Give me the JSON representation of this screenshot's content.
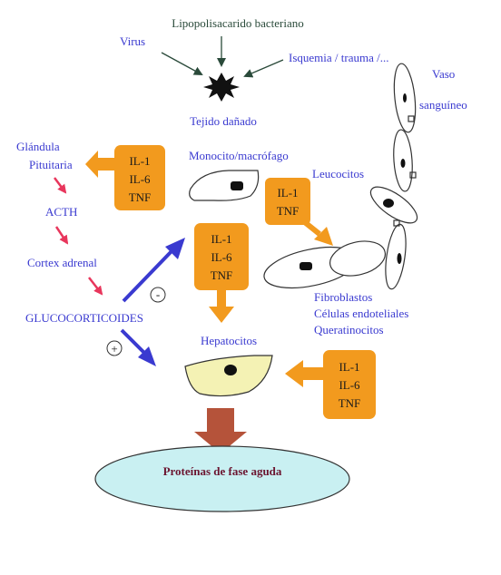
{
  "triggers": {
    "virus": "Virus",
    "lps": "Lipopolisacarido bacteriano",
    "ischemia": "Isquemia / trauma /..."
  },
  "tissue": "Tejido dañado",
  "vessel": {
    "line1": "Vaso",
    "line2": "sanguíneo"
  },
  "pituitary": {
    "line1": "Glándula",
    "line2": "Pituitaria"
  },
  "monocyte": "Monocito/macrófago",
  "leukocytes": "Leucocitos",
  "acth": "ACTH",
  "adrenal": "Cortex adrenal",
  "glucocorticoids": "GLUCOCORTICOIDES",
  "fibro": {
    "line1": "Fibroblastos",
    "line2": "Células endoteliales",
    "line3": "Queratinocitos"
  },
  "hepatocytes": "Hepatocitos",
  "minus": "-",
  "plus": "+",
  "acute_phase": "Proteínas de fase aguda",
  "cytokine_box_1": [
    "IL-1",
    "IL-6",
    "TNF"
  ],
  "cytokine_box_2": [
    "IL-1",
    "TNF"
  ],
  "cytokine_box_3": [
    "IL-1",
    "IL-6",
    "TNF"
  ],
  "cytokine_box_4": [
    "IL-1",
    "IL-6",
    "TNF"
  ],
  "colors": {
    "blue_text": "#3a3ad0",
    "orange": "#f29a1e",
    "pink_arrow": "#e8365c",
    "brown_arrow": "#b5533a",
    "ellipse_fill": "#c9f0f2",
    "hepatocyte_fill": "#f4f2b4"
  }
}
